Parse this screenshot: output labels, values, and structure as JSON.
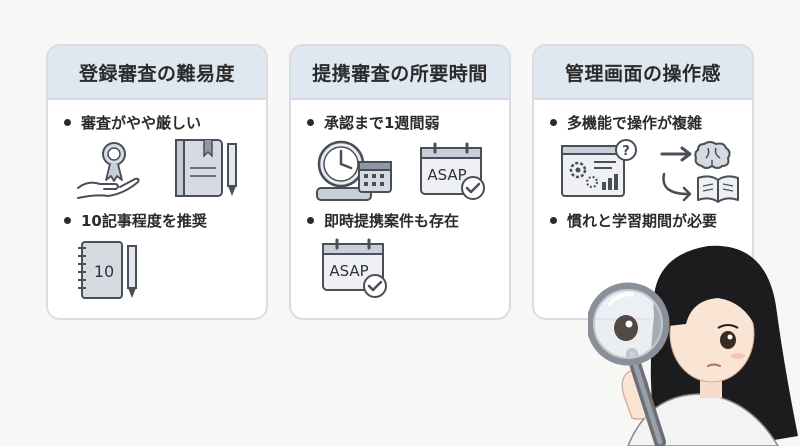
{
  "cards": [
    {
      "title": "登録審査の難易度",
      "bullets": [
        "審査がやや厳しい",
        "10記事程度を推奨"
      ],
      "notebook_number": "10"
    },
    {
      "title": "提携審査の所要時間",
      "bullets": [
        "承認まで1週間弱",
        "即時提携案件も存在"
      ],
      "asap_label": "ASAP"
    },
    {
      "title": "管理画面の操作感",
      "bullets": [
        "多機能で操作が複雑",
        "慣れと学習期間が必要"
      ]
    }
  ],
  "colors": {
    "card_header": "#dfe7f1",
    "card_border": "#d9dde3",
    "icon_stroke": "#4a4f57",
    "icon_fill": "#d6dbe2"
  }
}
